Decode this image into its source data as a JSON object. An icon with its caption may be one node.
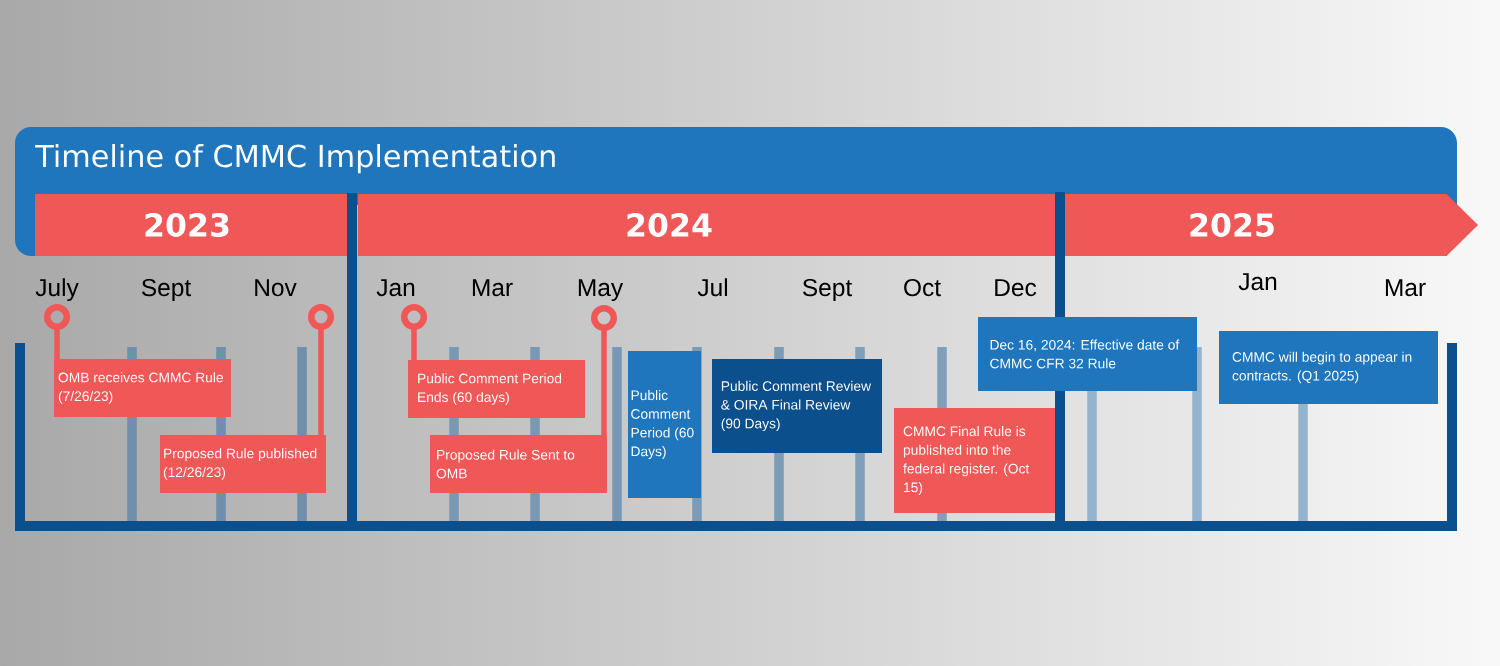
{
  "diagram": {
    "title": "Timeline of CMMC Implementation",
    "nodes": [
      {
        "text": [
          "2023"
        ]
      },
      {
        "text": [
          "2024"
        ]
      },
      {
        "text": [
          "2025"
        ]
      },
      {
        "text": [
          "OMB receives CMMC Rule (7/26/23)"
        ]
      },
      {
        "text": [
          "Proposed Rule published (12/26/23)"
        ]
      },
      {
        "text": [
          "Public Comment Period Ends (60 days)"
        ]
      },
      {
        "text": [
          "Proposed Rule Sent to OMB"
        ]
      },
      {
        "text": [
          "Public Comment Period (60 Days)"
        ]
      },
      {
        "text": [
          "Public Comment Review & OIRA Final Review (90 Days)"
        ]
      },
      {
        "text": [
          "CMMC Final Rule is published into the federal register. (Oct 15)"
        ]
      },
      {
        "text": [
          "Dec 16, 2024: Effective date of CMMC CFR 32 Rule"
        ]
      },
      {
        "text": [
          "CMMC will begin to appear in contracts. (Q1 2025)"
        ]
      },
      {
        "text": [],
        "shape": "circle"
      },
      {
        "text": [],
        "shape": "circle"
      },
      {
        "text": [],
        "shape": "circle"
      },
      {
        "text": [],
        "shape": "circle"
      }
    ],
    "edges": [
      {
        "from": 12,
        "to": 3,
        "arrow": "none"
      },
      {
        "from": 13,
        "to": 4,
        "arrow": "none"
      },
      {
        "from": 14,
        "to": 5,
        "arrow": "none"
      },
      {
        "from": 15,
        "to": 6,
        "arrow": "none"
      }
    ],
    "labels": [
      "July",
      "Sept",
      "Nov",
      "Jan",
      "Mar",
      "May",
      "Jul",
      "Sept",
      "Oct",
      "Dec",
      "Jan",
      "Mar"
    ]
  }
}
